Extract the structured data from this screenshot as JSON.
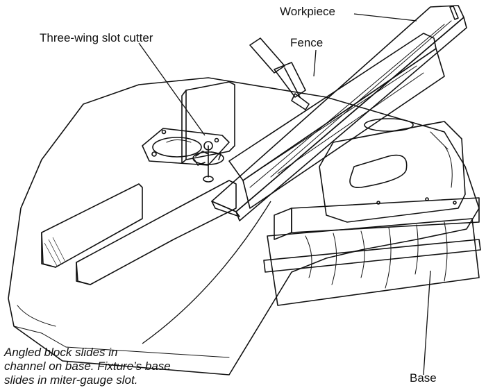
{
  "labels": {
    "workpiece": "Workpiece",
    "fence": "Fence",
    "cutter": "Three-wing slot cutter",
    "base": "Base",
    "note_line1": "Angled block slides in",
    "note_line2": "channel on base. Fixture’s base",
    "note_line3": "slides in miter-gauge slot."
  }
}
